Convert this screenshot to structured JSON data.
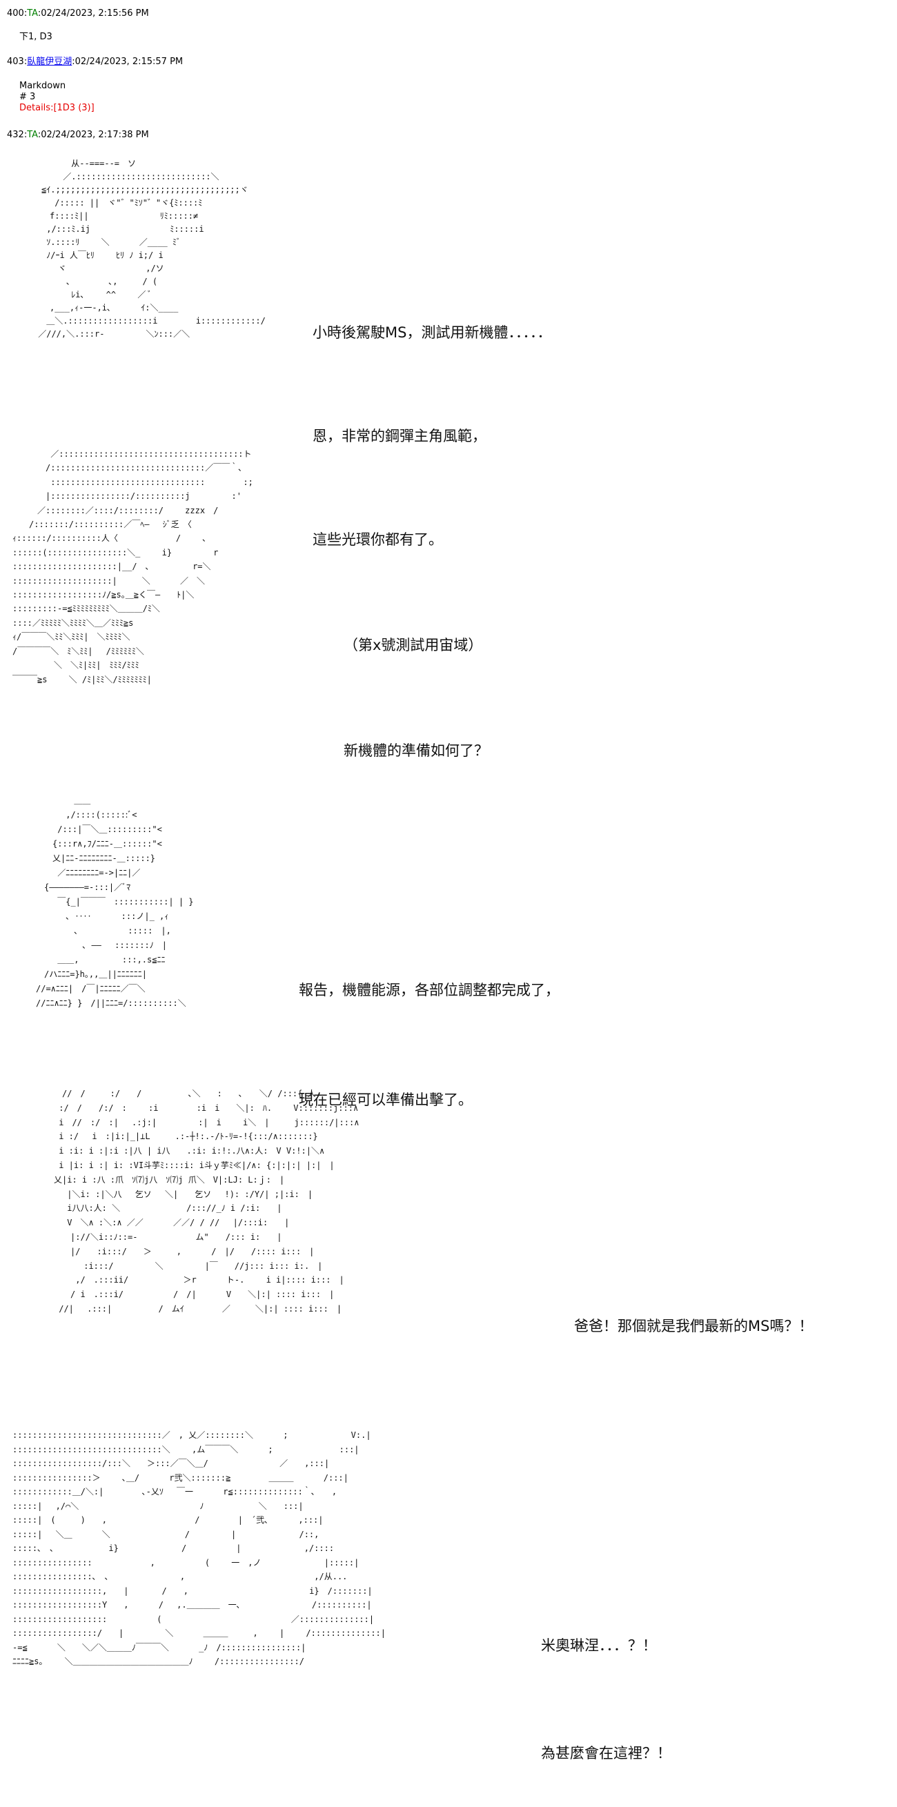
{
  "posts": [
    {
      "num": "400",
      "name": "TA",
      "date": "02/24/2023, 2:15:56 PM",
      "body": "下1, D3"
    },
    {
      "num": "403",
      "name": "臥龍伊豆湖",
      "date": "02/24/2023, 2:15:57 PM",
      "body_line1": "Markdown",
      "body_line2": "# 3",
      "details": "Details:[1D3 (3)]"
    },
    {
      "num": "432",
      "name": "TA",
      "date": "02/24/2023, 2:17:38 PM"
    }
  ],
  "art": {
    "panel1": "　　　　　 从--===--=　ソ\n　　　　 ／.:::::::::::::::::::::::::::＼\n　　≦ｲ.;;;;;;;;;;;;;;;;;;;;;;;;;;;;;;;;;;;;;ヾ\n　　　 /::::: ||　ヾ\"゛\"ﾐｿ\"゛\"ヾ{ﾐ::::ﾐ\n　　　f::::ﾐ||　　　　　　　　 ﾘﾐ:::::≠\n　　 ,/:::ﾐ.ij　　　　　　　　　 ﾐ:::::i\n　　 ｿ.::::ﾘ　　 ＼　　　 ／____ ﾐﾞ\n　　 ﾉ/ｰi 人￣ﾋﾘ　　 ﾋﾘ ﾉ i;/ i\n　　　　ヾ　　　　　　　　　 ,/ソ\n　　　　　､　　　　 ､,　　　/ (\n　　　　　 ﾚi､　　 ^^　　 ／ ﾞ\n　　　,___,ｨ-一-,i､　　　 ｲ:＼____\n　　 ＿＼.:::::::::::::::::i　　　　 i::::::::::::/\n　 ／///,＼.:::r-　　　　　＼ﾝ:::／＼",
    "panel2": "　　　　　 ／:::::::::::::::::::::::::::::::::::::ト\n　　　　　/:::::::::::::::::::::::::::::::／￣￣｀､\n　　　　　 :::::::::::::::::::::::::::::::　　　　 :;\n　　　　　|::::::::::::::::/::::::::::j　　　　　:'\n　　　　／::::::::／::::/::::::::/　　 zzzx　/\n　　　/:::::::/::::::::::／￣ﾍ―　 ｼﾞ乏　〈\n　ｨ::::::/::::::::::人〈　　　　　　　/　　 ､\n　::::::(::::::::::::::::＼_　　 i}　　　　　r\n　:::::::::::::::::::::|__/　､ 　　　　 r=＼\n　::::::::::::::::::::|　　　＼　　　 ／　＼\n　::::::::::::::::::ﾉ/≧s｡＿≧く￣―　　ﾄ|＼\n　:::::::::-=≦ﾐﾐﾐﾐﾐﾐﾐﾐﾐ＼＿＿＿/ﾐ＼\n　::::／ﾐﾐﾐﾐﾐ＼ﾐﾐﾐﾐ＼＿／ﾐﾐﾐ≧s\n　ｨ/￣￣￣＼ﾐﾐ＼ﾐﾐﾐ|　＼ﾐﾐﾐﾐ＼\n　/￣￣￣￣＼　ﾐ＼ﾐﾐ|　 /ﾐﾐﾐﾐﾐﾐ＼\n　　　　　　＼　＼ﾐ|ﾐﾐ|　ﾐﾐﾐ/ﾐﾐﾐ\n　￣￣￣≧s　　 ＼ /ﾐ|ﾐﾐ＼/ﾐﾐﾐﾐﾐﾐﾐ|",
    "panel3": "　　　　　　 ＿＿\n　　　　　 ,/::::(::::::ﾞ<\n　　　　 /:::|￣＼＿:::::::::\"<\n　　　　{:::r∧,ﾌ/ﾆﾆﾆ-＿::::::\"<\n　　　　乂|ﾆﾆ-ﾆﾆﾆﾆﾆﾆﾆﾆ-＿:::::}\n　　　　 ／ﾆﾆﾆﾆﾆﾆﾆﾆ=->|ﾆﾆ|／\n　　　{―――――――=-:::|／ﾞﾏ\n　　　　 ￣{_|￣￣￣　:::::::::::| | }\n　　　　　 ､ ‥‥　　　 :::ノ|_ ,ｨ\n　　　　　　 ､　　　　　　:::::　|,\n　　　　　　　 ､ ――　 :::::::ﾉ　|\n　　　　 ＿＿, 　　　　 :::,.s≦ﾆﾆ\n　　　/ハﾆﾆﾆ=}h｡,,＿||ﾆﾆﾆﾆﾆﾆ|\n　　//=∧ﾆﾆﾆ|　/￣|ﾆﾆﾆﾆﾆ／￣＼\n　　//ﾆﾆ∧ﾆﾆ} }　/||ﾆﾆﾆ=/::::::::::＼",
    "panel4": "　　　　　　　//　/　　　:/　　/　　　　　 ､＼　　:　　､　　＼/ /:::{_人\n　　　　　　 :/　/　　/:/　:　　 :i　　　　 :i　i　　＼|:　ﾊ.　　 V:::::::j:::∧\n　　　　　　 i　//　:/　:|　 .:j:|　　　　　:|　i　　 i＼　|　　　j::::::/|:::∧\n　　　　　　 i :/　 i　:|i:|_|⊥L　　　.:-┼!:.-/ﾄ-ﾘ=-!{:::/∧:::::::}\n　　　　　　 i :i: i :|:i :|八 | i八　　.:i: i:!:.八∧:人:　V V:!:|＼∧\n　　　　　　 i |i: i :| i: :VI斗芋ﾐ::::i: i斗ｙ芋ﾐ≪|/∧: {:|:|:| |:|　|\n　　　　　　乂|i: i :八 :爪　ｿ⑺j八　ｿ⑺j 爪＼　V|:LJ: L:ｊ:　|\n　　　　　　　 |＼i: :|＼八　 乞ソ 　＼|　　乞ソ　 !): :/Y/| ;|:i:　|\n　　　　　　　 i八八:人: ＼　　　　　　　　/::://_ﾉ i /:i:　　|\n　　　　　　　 V　＼∧ :＼:∧ ／／　　　 ／／/ / //　 |/:::i:　　|\n　　　　　　　　|://＼i::ﾉ::=-　　　　　　　ム\"　　/::: i:　　|\n　　　　　　　　|/　　:i:::/　　＞　　　,　　　 /　|/　　/:::: i:::　|\n　　　　　　　　　 :i:::/　　　　　＼　　　　　|￣　　//j::: i::: i:.　|\n　　　　　　　　 ,/　.:::ii/　　　　　　 ＞r　　　 ト-.　　 i i|:::: i:::　|\n　　　　　　　　/ i　.:::i/　　　　　　/　/|　　　 V　　＼|:| :::: i:::　|\n　　　　　　 //|　 .:::|　　　　　 /　ムｲ　　　　 ／　　　＼|:| :::: i:::　|",
    "panel5": "　::::::::::::::::::::::::::::::／　, 乂／::::::::＼　　　 ;　　　　　　　 V:.|\n　::::::::::::::::::::::::::::::＼　　 ,ム￣￣￣＼　　　 ;　　　　　　　　:::|\n　::::::::::::::::::/:::＼　　＞:::／￣＼＿/　　　　　　　　 ／　　,:::|\n　::::::::::::::::＞　　 ､＿/　　　 r弐＼:::::::≧　　　　 ＿＿＿　　　 /:::|\n　::::::::::::＿/＼:|　　　　 ､-乂ｿ　 ￣一　　　 r≦::::::::::::::｀､　　,\n　:::::|　 ,/⌒＼　　　　　　　　　　　　　　 ﾉ　 　　　　　＼　　:::|\n　:::::|　(　　　)　　,　　　　　　　　 　　/　　　　 |　´弐､ 　　　,:::|\n　:::::|　 ＼＿　　　 ＼　　　　　　　　　/　　　　　|　　　　　　　 /::,\n　:::::､　､　　　　　　 i}　　　　　　　 /　　　　　　|　　　　　　　 ,/::::\n　::::::::::::::::　　　　　　　,　　　　　　(　　 一　,ノ　　　　　　　 |:::::|\n　::::::::::::::::､　､　　　　　　　　 ,　　　　　　　　　　　　　　　 ,/从...\n　::::::::::::::::::,　　|　　　　/　　,　　　　　　　　　　　　　　 i}　/:::::::|\n　::::::::::::::::::Y　　,　　　 /　 ,.＿＿＿＿　一､　　　　　　　　 /::::::::::|\n　:::::::::::::::::::　　　　　　(　　　　　　　　　　　　　　　 ／::::::::::::::|\n　:::::::::::::::::/　　|　　　　　＼　　　 ＿＿＿　　　,　　 |　　 /::::::::::::::|\n　-=≦　　　 ＼　　＼／＼＿＿＿ﾉ￣￣￣＼　　　 _ﾉ　/::::::::::::::::|\n　ﾆﾆﾆﾆ≧s｡　　 ＼＿＿＿＿＿＿＿＿＿＿＿＿＿＿ﾉ　　 /::::::::::::::::/"
  },
  "speech": {
    "panel1": [
      "小時後駕駛MS，測試用新機體．．．．．",
      "恩，非常的鋼彈主角風範，",
      "這些光環你都有了。"
    ],
    "panel2": [
      "（第x號測試用宙域）",
      "新機體的準備如何了？"
    ],
    "panel3": [
      "報告，機體能源，各部位調整都完成了，",
      "現在已經可以準備出擊了。"
    ],
    "panel4": [
      "爸爸！那個就是我們最新的MS嗎？！"
    ],
    "panel5": [
      "米奧琳涅．．．？！",
      "為甚麼會在這裡？！"
    ]
  }
}
